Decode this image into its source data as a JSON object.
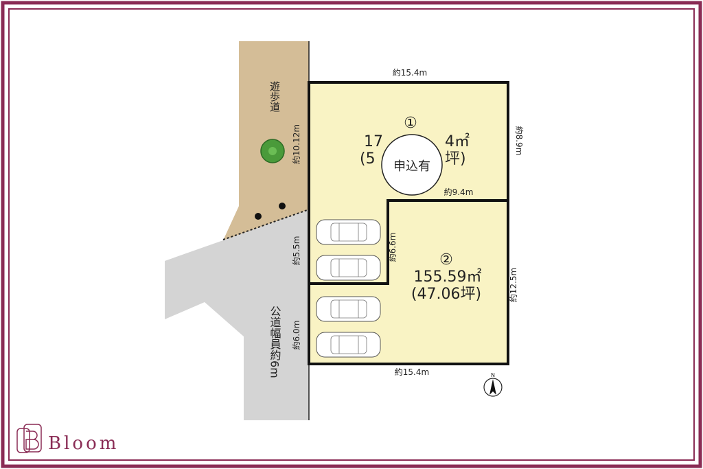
{
  "colors": {
    "frame": "#8a2c55",
    "lot": "#f9f3c4",
    "walkway": "#d4bd97",
    "road": "#d4d4d4",
    "tree": "#4a9a3a"
  },
  "walkway": {
    "label": "遊歩道",
    "width_label": "約10.12m"
  },
  "road": {
    "label": "公道幅員約6m",
    "frontage_lot1": "約5.5m",
    "frontage_lot2": "約6.0m"
  },
  "lot1": {
    "number": "①",
    "area_visible_left": "17",
    "area_visible_right": "4㎡",
    "tsubo_visible_left": "(5",
    "tsubo_visible_right": "坪)",
    "top_dim": "約15.4m",
    "right_dim": "約8.9m",
    "inner_dim": "約9.4m",
    "status": "申込有"
  },
  "lot2": {
    "number": "②",
    "area": "155.59㎡",
    "tsubo": "(47.06坪)",
    "left_inner_dim": "約6.6m",
    "right_dim": "約12.5m",
    "bottom_dim": "約15.4m"
  },
  "north": {
    "label": "N"
  },
  "brand": {
    "name": "Bloom"
  }
}
